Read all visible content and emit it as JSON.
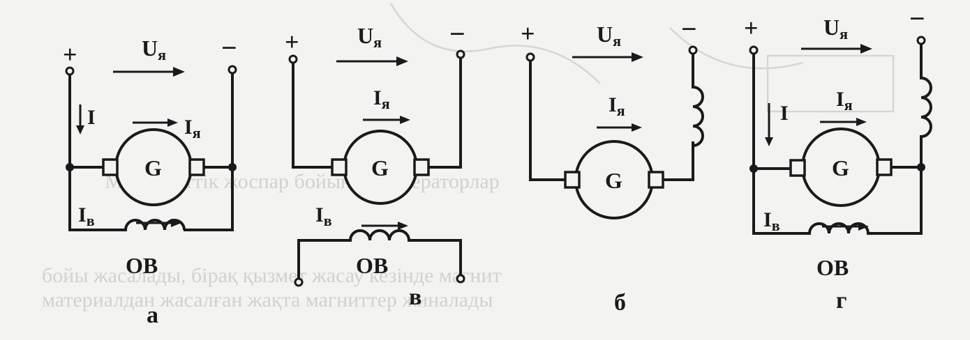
{
  "labels": {
    "plus": "+",
    "minus": "−",
    "gen": "G",
    "u_main": "U",
    "u_sub": "я",
    "i_arm_main": "I",
    "i_arm_sub": "я",
    "i_field_main": "I",
    "i_field_sub": "в",
    "i_total": "I",
    "field_winding": "ОВ"
  },
  "panels": [
    {
      "id": "a",
      "caption": "а"
    },
    {
      "id": "v",
      "caption": "в"
    },
    {
      "id": "b",
      "caption": "б"
    },
    {
      "id": "g",
      "caption": "г"
    }
  ],
  "background_text": [
    "Мемлекеттік жоспар бойынша генераторлар",
    "бойы жасалады, бірақ қызмет жасау кезінде магнит",
    "материалдан жасалған жақта магниттер жиналады"
  ]
}
